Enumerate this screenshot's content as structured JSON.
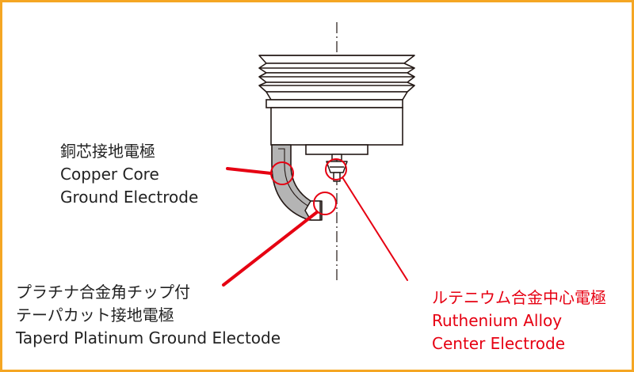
{
  "colors": {
    "frame": "#f5a623",
    "highlight": "#e60012",
    "line": "#231815",
    "electrode_fill": "#b4b4b4",
    "label_text": "#222222"
  },
  "labels": {
    "copper_core": {
      "jp": "銅芯接地電極",
      "en1": "Copper Core",
      "en2": "Ground Electrode"
    },
    "platinum_tip": {
      "jp1": "プラチナ合金角チップ付",
      "jp2": "テーパカット接地電極",
      "en": "Taperd Platinum Ground Electode"
    },
    "ruthenium_center": {
      "jp": "ルテニウム合金中心電極",
      "en1": "Ruthenium Alloy",
      "en2": "Center Electrode"
    }
  }
}
